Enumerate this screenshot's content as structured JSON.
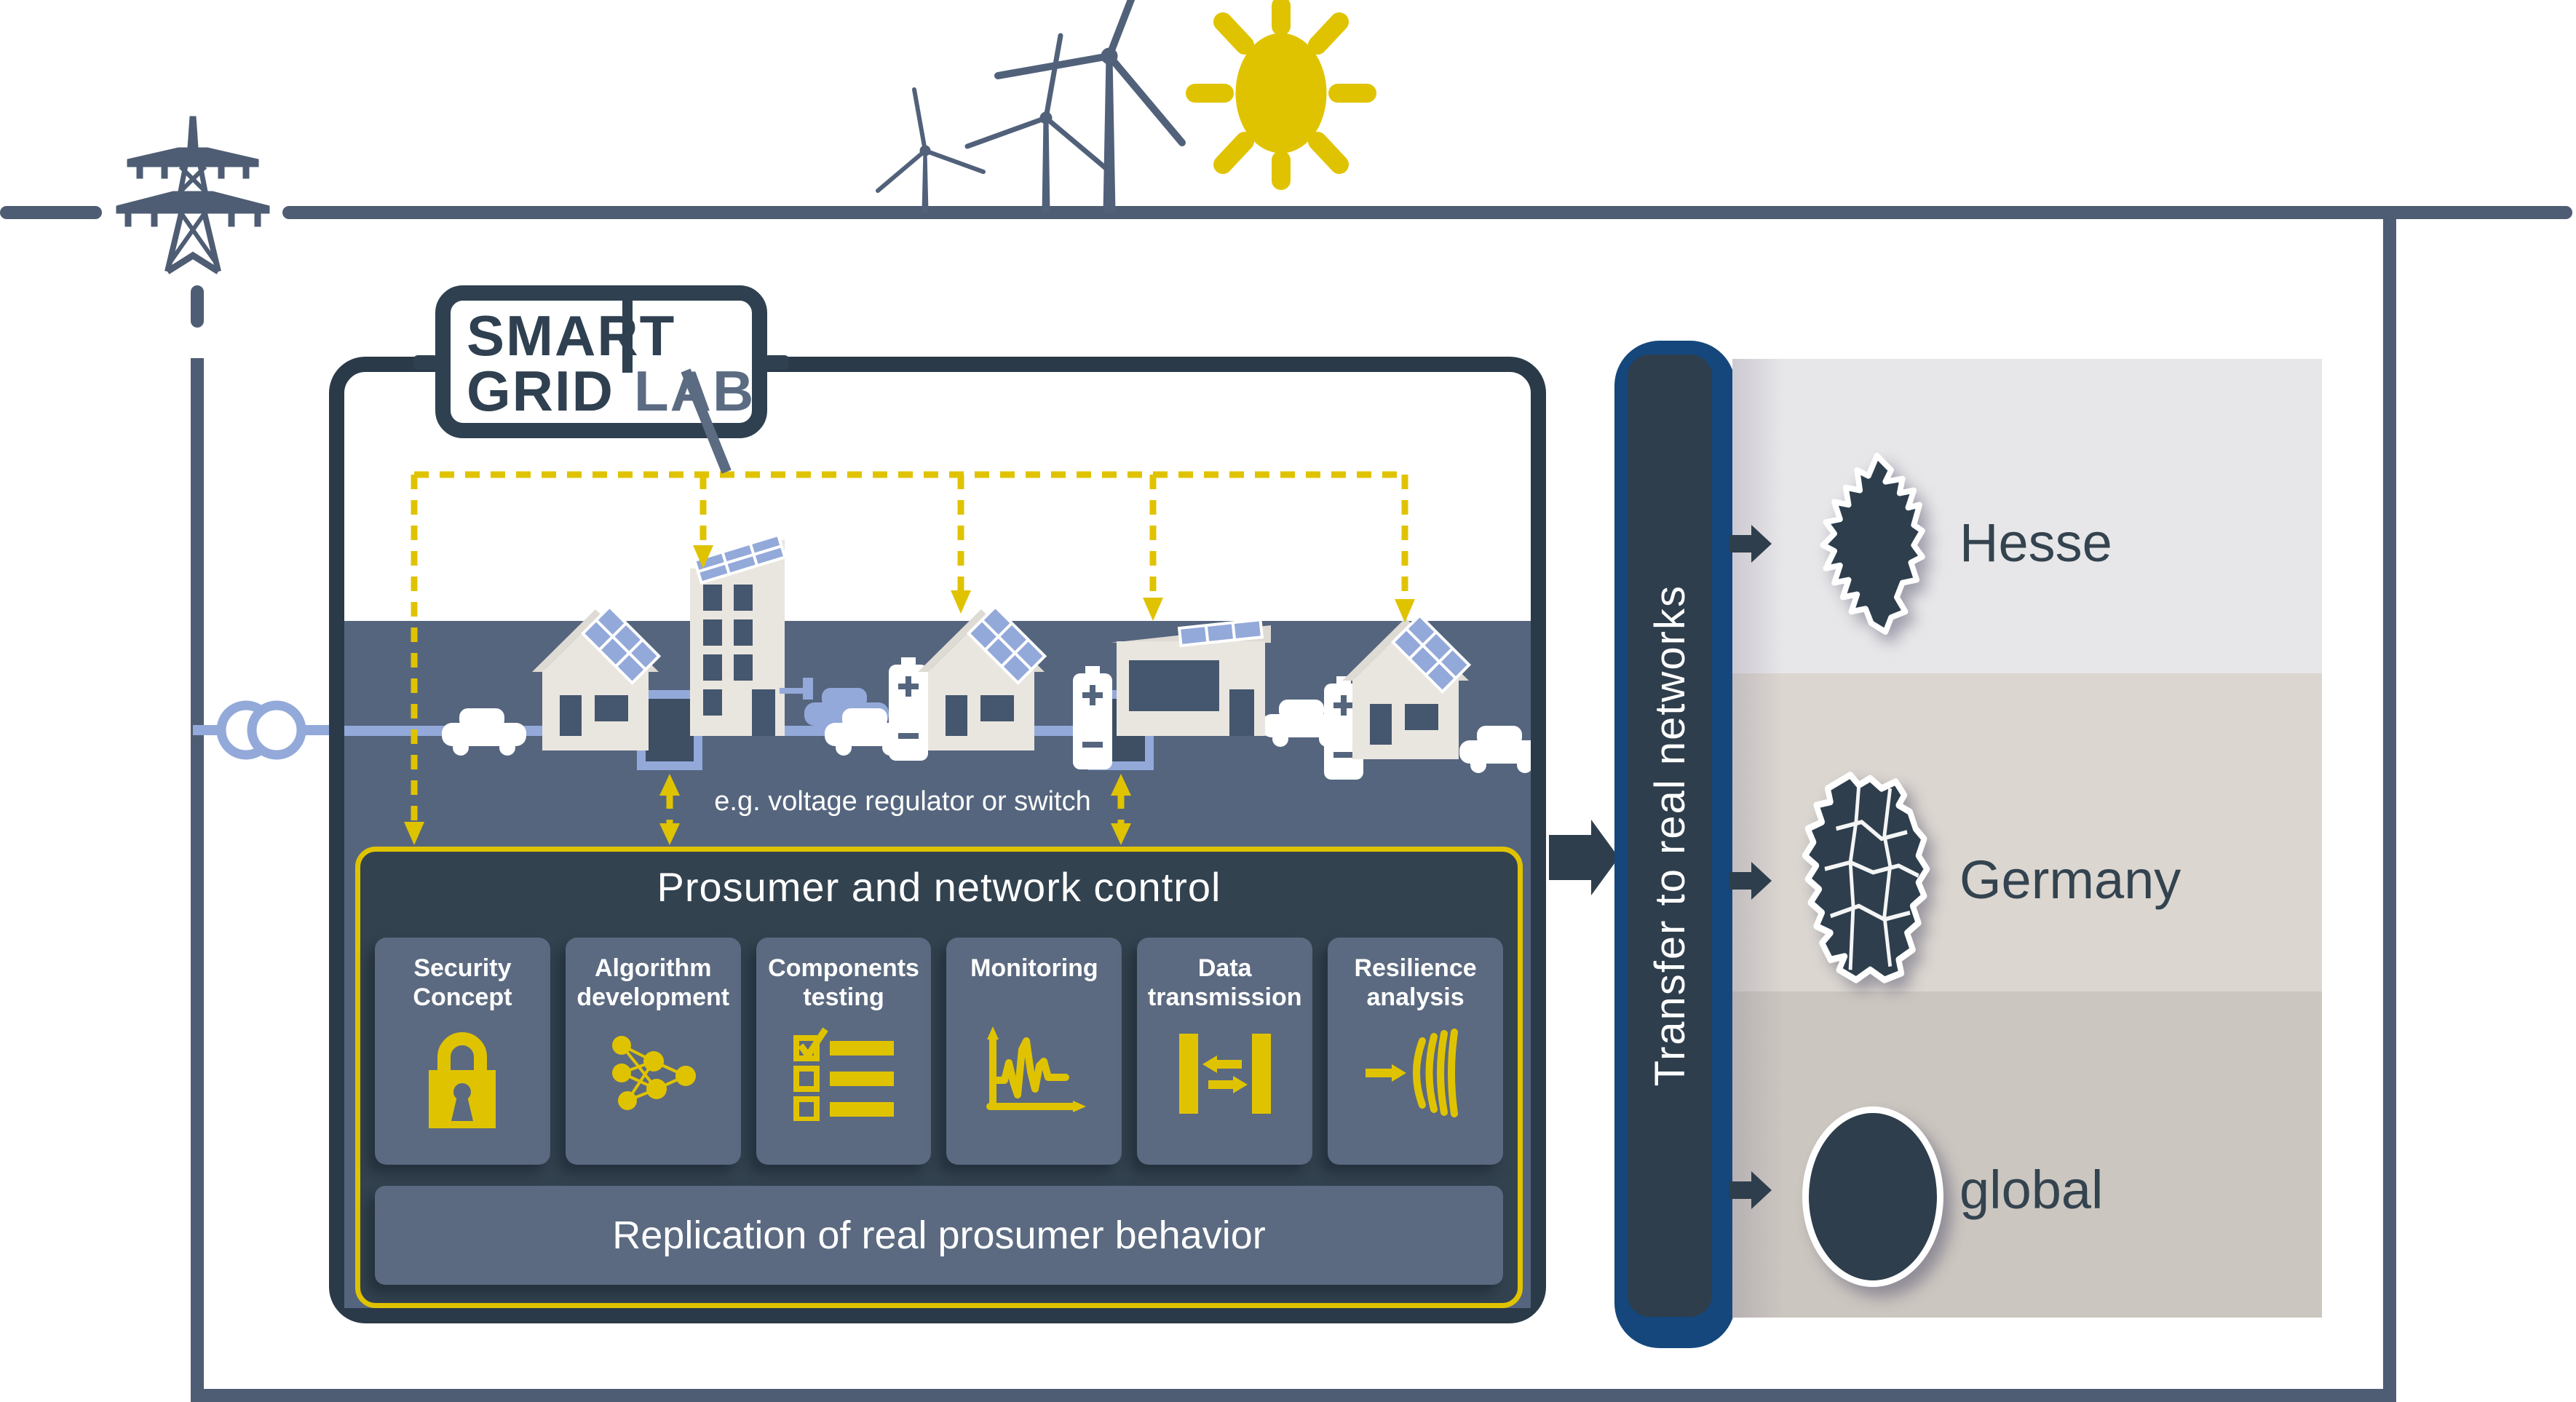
{
  "logo": {
    "word1": "SMART",
    "word2": "GRID",
    "word3": "LAB"
  },
  "scene": {
    "note": "e.g. voltage regulator or switch"
  },
  "control_panel": {
    "title": "Prosumer and network control",
    "cards": [
      {
        "label": "Security Concept",
        "icon": "padlock-icon"
      },
      {
        "label": "Algorithm development",
        "icon": "network-nodes-icon"
      },
      {
        "label": "Components testing",
        "icon": "checklist-icon"
      },
      {
        "label": "Monitoring",
        "icon": "waveform-chart-icon"
      },
      {
        "label": "Data transmission",
        "icon": "data-exchange-icon"
      },
      {
        "label": "Resilience analysis",
        "icon": "resilience-waves-icon"
      }
    ],
    "footer": "Replication of real prosumer behavior"
  },
  "transfer_bar": {
    "label": "Transfer to real networks"
  },
  "targets": [
    {
      "label": "Hesse",
      "icon": "hesse-map"
    },
    {
      "label": "Germany",
      "icon": "germany-map"
    },
    {
      "label": "global",
      "icon": "globe-circle"
    }
  ],
  "colors": {
    "accent_yellow": "#e0c300",
    "dark_navy": "#2e3e4c",
    "slate": "#5b6a80",
    "grid_grey": "#4e5d73",
    "powerline_blue": "#93a9d9",
    "deep_blue": "#15477d",
    "panel_grey_1": "#e7e6e8",
    "panel_grey_2": "#dbd6d0",
    "panel_grey_3": "#ccc6c0"
  }
}
